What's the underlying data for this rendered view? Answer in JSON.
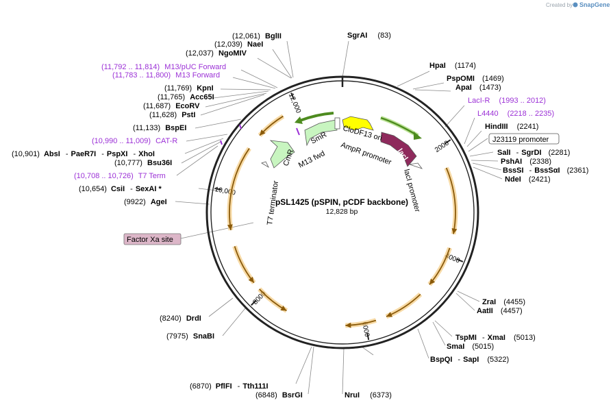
{
  "brand": {
    "created_by": "Created by",
    "name": "SnapGene"
  },
  "plasmid": {
    "name": "pSL1425 (pSPIN, pCDF backbone)",
    "size": "12,828 bp",
    "total_bp": 12828
  },
  "ticks": [
    {
      "bp": 2000,
      "label": "2000"
    },
    {
      "bp": 4000,
      "label": "4000"
    },
    {
      "bp": 6000,
      "label": "6000"
    },
    {
      "bp": 8000,
      "label": "8000"
    },
    {
      "bp": 10000,
      "label": "10,000"
    },
    {
      "bp": 12000,
      "label": "12,000"
    }
  ],
  "features": [
    {
      "name": "SmR",
      "start": 1560,
      "end": 9100,
      "dir": -1,
      "color": "#f2c26b",
      "arcs": [
        {
          "start": 5800,
          "end": 6360
        },
        {
          "start": 4860,
          "end": 5600
        },
        {
          "start": 3860,
          "end": 4620
        },
        {
          "start": 2380,
          "end": 3600
        },
        {
          "start": 7470,
          "end": 8100
        },
        {
          "start": 8250,
          "end": 9000
        },
        {
          "start": 9300,
          "end": 10850
        },
        {
          "start": 11150,
          "end": 11700
        }
      ]
    },
    {
      "name": "lacI-green",
      "start": 1500,
      "end": 2300,
      "color": "#8fd152"
    },
    {
      "name": "M13 green",
      "start": 12200,
      "end": 12700,
      "color": "#5fae2a"
    }
  ],
  "inner_features": [
    {
      "label": "CmR"
    },
    {
      "label": "SmR"
    },
    {
      "label": "CloDF13 ori"
    },
    {
      "label": "lacI"
    }
  ],
  "inner_labels": {
    "m13fwd": "M13 fwd",
    "t7term": "T7 terminator",
    "ampr": "AmpR promoter",
    "laci_prom": "lacI promoter"
  },
  "sites_left": [
    {
      "pos": "(12,061)",
      "name": "BglII"
    },
    {
      "pos": "(12,039)",
      "name": "NaeI"
    },
    {
      "pos": "(12,037)",
      "name": "NgoMIV"
    },
    {
      "pos": "(11,792 .. 11,814)",
      "name": "M13/pUC Forward",
      "purple": true
    },
    {
      "pos": "(11,783 .. 11,800)",
      "name": "M13 Forward",
      "purple": true
    },
    {
      "pos": "(11,769)",
      "name": "KpnI"
    },
    {
      "pos": "(11,765)",
      "name": "Acc65I"
    },
    {
      "pos": "(11,687)",
      "name": "EcoRV"
    },
    {
      "pos": "(11,628)",
      "name": "PstI"
    },
    {
      "pos": "(11,133)",
      "name": "BspEI"
    },
    {
      "pos": "(10,990 .. 11,009)",
      "name": "CAT-R",
      "purple": true
    },
    {
      "pos": "(10,777)",
      "name": "Bsu36I"
    },
    {
      "pos": "(10,708 .. 10,726)",
      "name": "T7 Term",
      "purple": true
    },
    {
      "pos": "(9922)",
      "name": "AgeI"
    },
    {
      "pos": "(8240)",
      "name": "DrdI"
    },
    {
      "pos": "(7975)",
      "name": "SnaBI"
    },
    {
      "pos": "(6848)",
      "name": "BsrGI"
    }
  ],
  "multi_left": {
    "absi": {
      "pos": "(10,901)",
      "a": "AbsI",
      "b": "PaeR7I",
      "c": "PspXI",
      "d": "XhoI"
    },
    "csii": {
      "pos": "(10,654)",
      "a": "CsiI",
      "b": "SexAI *"
    },
    "pflfi": {
      "pos": "(6870)",
      "a": "PflFI",
      "b": "Tth111I"
    }
  },
  "sites_right": [
    {
      "pos": "(83)",
      "name": "SgrAI"
    },
    {
      "pos": "(1174)",
      "name": "HpaI"
    },
    {
      "pos": "(1469)",
      "name": "PspOMI"
    },
    {
      "pos": "(1473)",
      "name": "ApaI"
    },
    {
      "pos": "(1993 .. 2012)",
      "name": "LacI-R",
      "purple": true
    },
    {
      "pos": "(2218 .. 2235)",
      "name": "L4440",
      "purple": true
    },
    {
      "pos": "(2241)",
      "name": "HindIII"
    },
    {
      "pos": "(2338)",
      "name": "PshAI"
    },
    {
      "pos": "(2421)",
      "name": "NdeI"
    },
    {
      "pos": "(4457)",
      "name": "AatII"
    },
    {
      "pos": "(5015)",
      "name": "SmaI"
    },
    {
      "pos": "(6373)",
      "name": "NruI"
    }
  ],
  "multi_right": {
    "sali": {
      "pos": "(2281)",
      "a": "SalI",
      "b": "SgrDI"
    },
    "bsssi": {
      "pos": "(2361)",
      "a": "BssSI",
      "b": "BssSαI"
    },
    "zrai": {
      "pos": "(4455)",
      "name": "ZraI"
    },
    "tspmi": {
      "pos": "(5013)",
      "a": "TspMI",
      "b": "XmaI"
    },
    "bspqi": {
      "pos": "(5322)",
      "a": "BspQI",
      "b": "SapI"
    }
  },
  "boxes": {
    "j23119": "J23119 promoter",
    "factorxa": "Factor Xa site"
  },
  "colors": {
    "backbone": "#222222",
    "feature_orange": "#f2c26b",
    "feature_green": "#8fd152",
    "dark_green": "#4d8b1f",
    "lacI": "#8e2a5c",
    "yellow": "#ffff00",
    "light_green": "#c8f5c0",
    "purple": "#9b30d6",
    "factor_box": "#dcb6c8"
  }
}
